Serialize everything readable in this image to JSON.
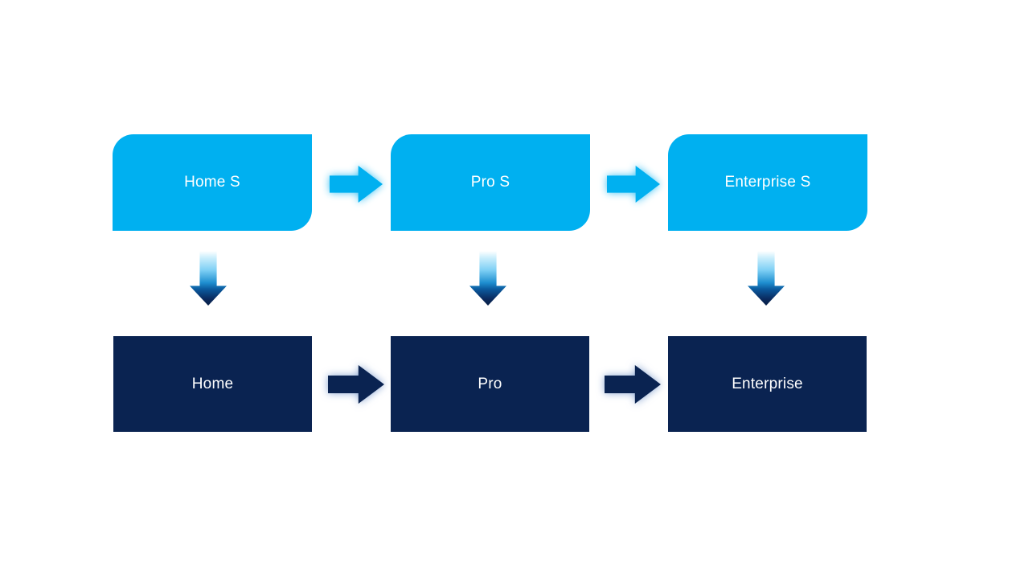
{
  "diagram": {
    "top_row": [
      {
        "label": "Home S"
      },
      {
        "label": "Pro S"
      },
      {
        "label": "Enterprise S"
      }
    ],
    "bottom_row": [
      {
        "label": "Home"
      },
      {
        "label": "Pro"
      },
      {
        "label": "Enterprise"
      }
    ],
    "connectors": {
      "top_row_arrow_direction": "right",
      "bottom_row_arrow_direction": "right",
      "column_arrow_direction": "down"
    },
    "colors": {
      "light_blue": "#00B0F0",
      "navy": "#0A2351",
      "text": "#FFFFFF",
      "background": "#FFFFFF"
    }
  }
}
